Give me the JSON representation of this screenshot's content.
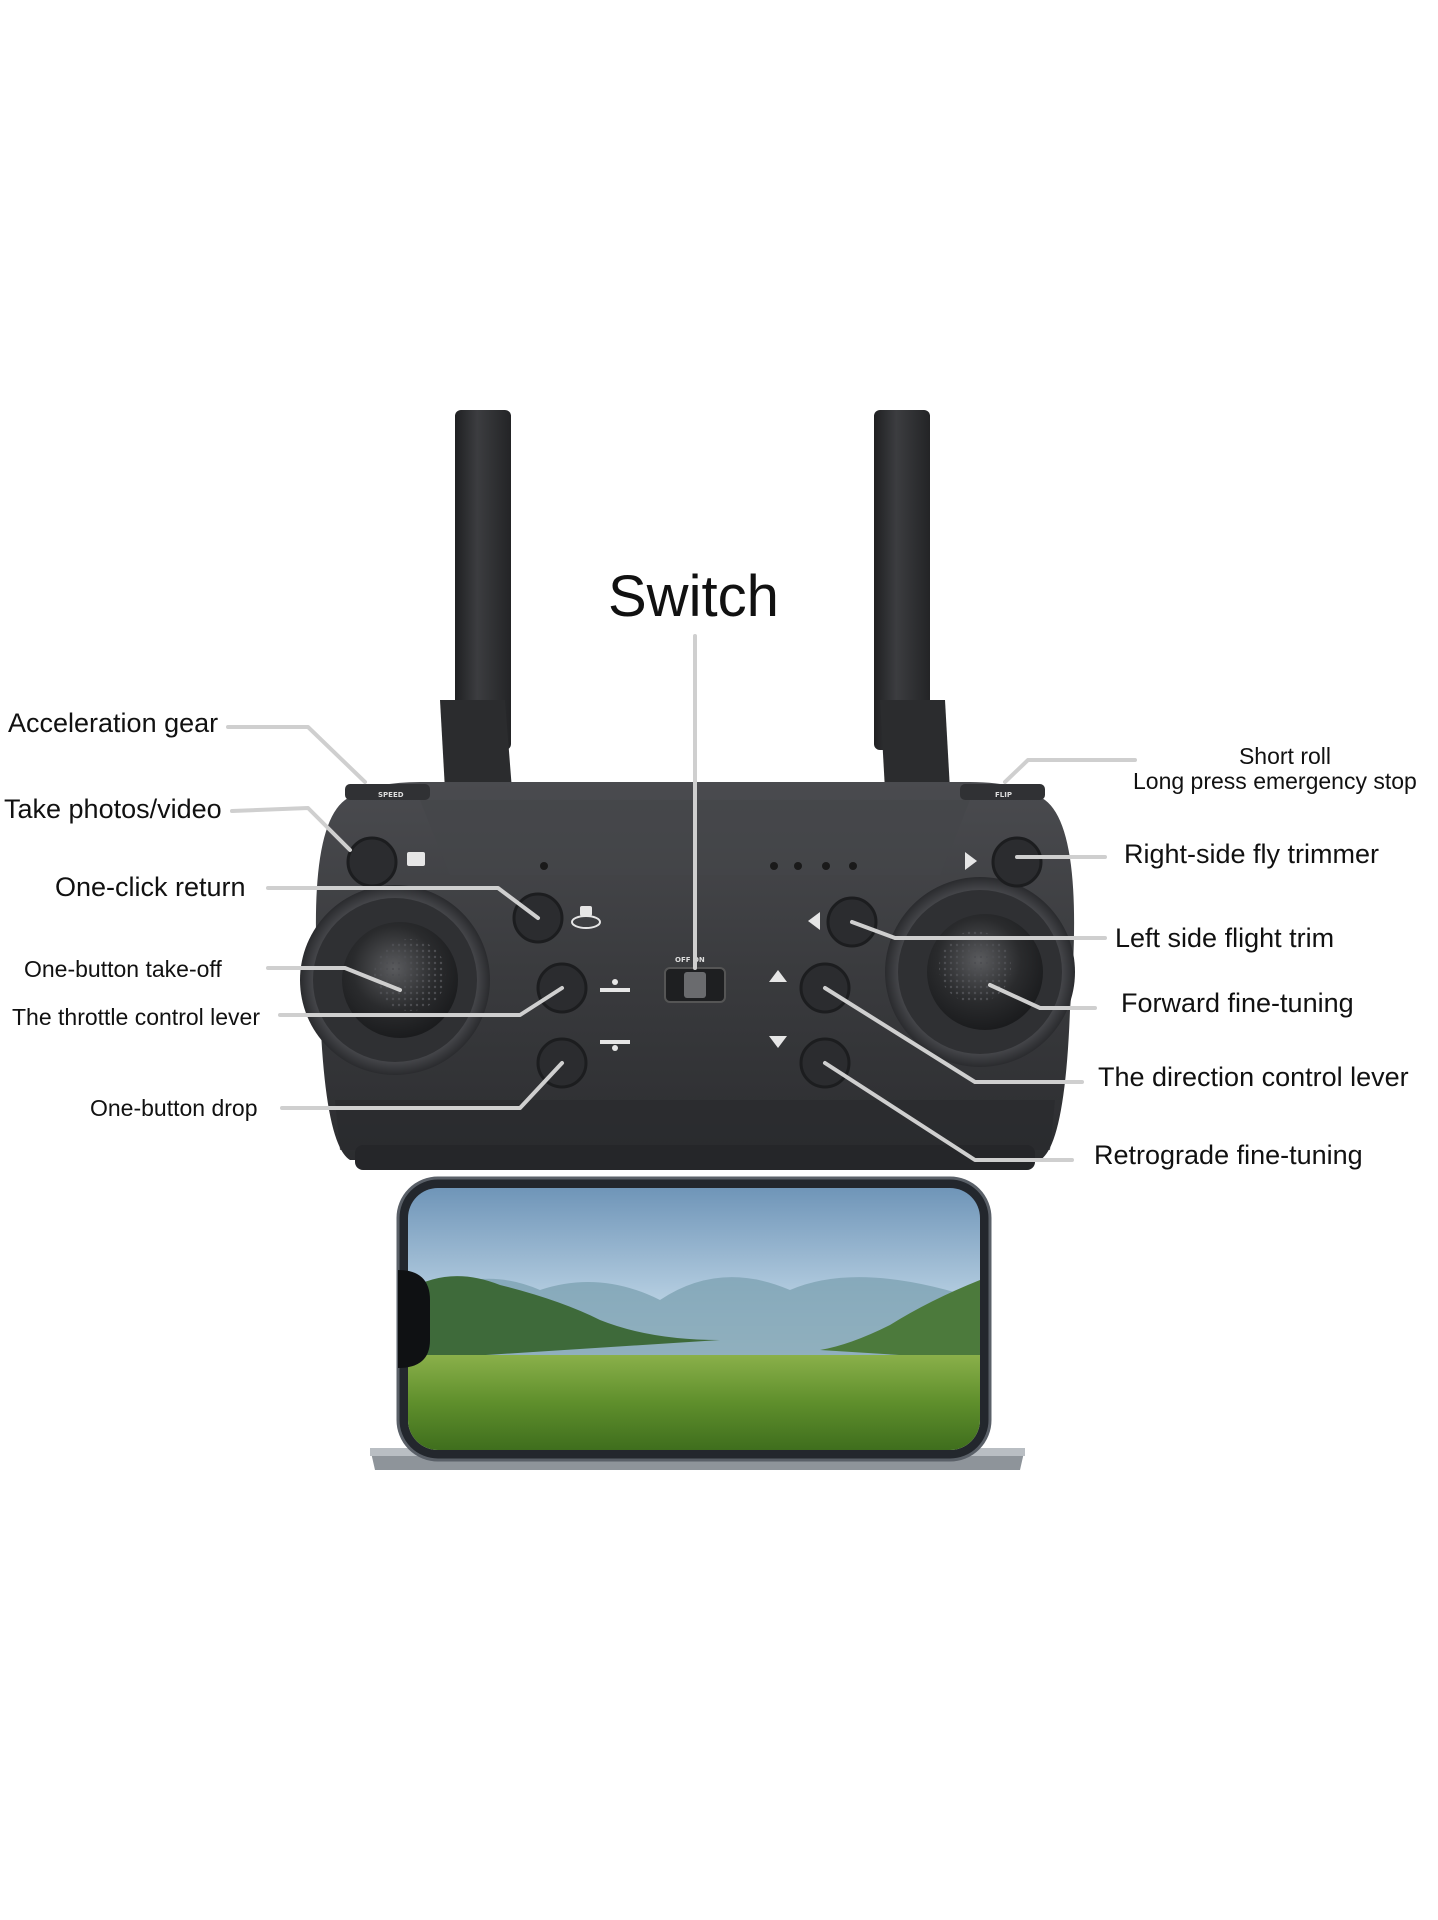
{
  "title": "Switch",
  "labels": {
    "acceleration_gear": "Acceleration gear",
    "take_photos": "Take photos/video",
    "one_click_return": "One-click return",
    "one_button_takeoff": "One-button take-off",
    "throttle_lever": "The throttle control lever",
    "one_button_drop": "One-button drop",
    "short_roll": "Short roll",
    "long_press": "Long press emergency stop",
    "right_fly_trimmer": "Right-side fly trimmer",
    "left_flight_trim": "Left side flight trim",
    "forward_fine_tuning": "Forward fine-tuning",
    "direction_lever": "The direction control lever",
    "retrograde_fine_tuning": "Retrograde fine-tuning"
  },
  "controller_marks": {
    "speed": "SPEED",
    "flip": "FLIP",
    "off_on": "OFF ON"
  },
  "colors": {
    "controller_body": "#3c3d40",
    "leader_line": "#cfcfcf",
    "antenna": "#2e2f31",
    "phone_frame": "#23272d"
  }
}
